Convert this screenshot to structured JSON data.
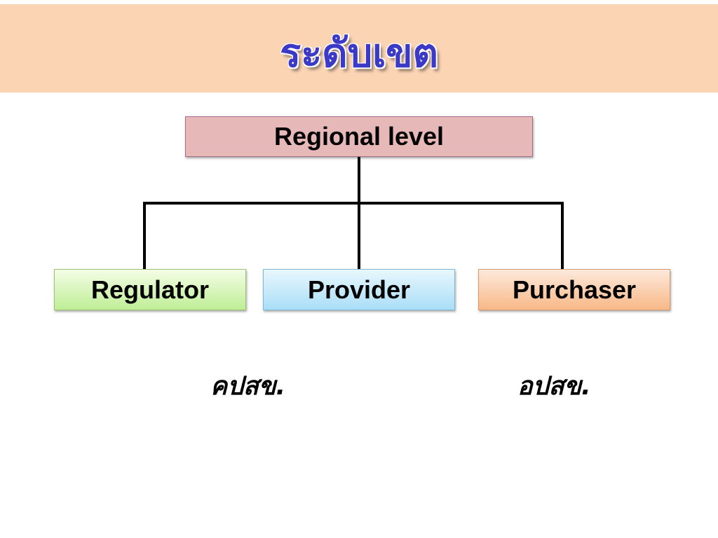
{
  "slide": {
    "title": "ระดับเขต"
  },
  "diagram": {
    "root": {
      "label": "Regional level"
    },
    "children": [
      {
        "label": "Regulator",
        "abbreviation": "คปสข."
      },
      {
        "label": "Provider",
        "abbreviation": ""
      },
      {
        "label": "Purchaser",
        "abbreviation": "อปสข."
      }
    ]
  },
  "colors": {
    "title_band": "#fbd4b4",
    "title_text": "#3b39c6",
    "root_box": "#e6b9b8",
    "regulator_box": "#bfee96",
    "provider_box": "#a9def7",
    "purchaser_box": "#f8b887"
  }
}
